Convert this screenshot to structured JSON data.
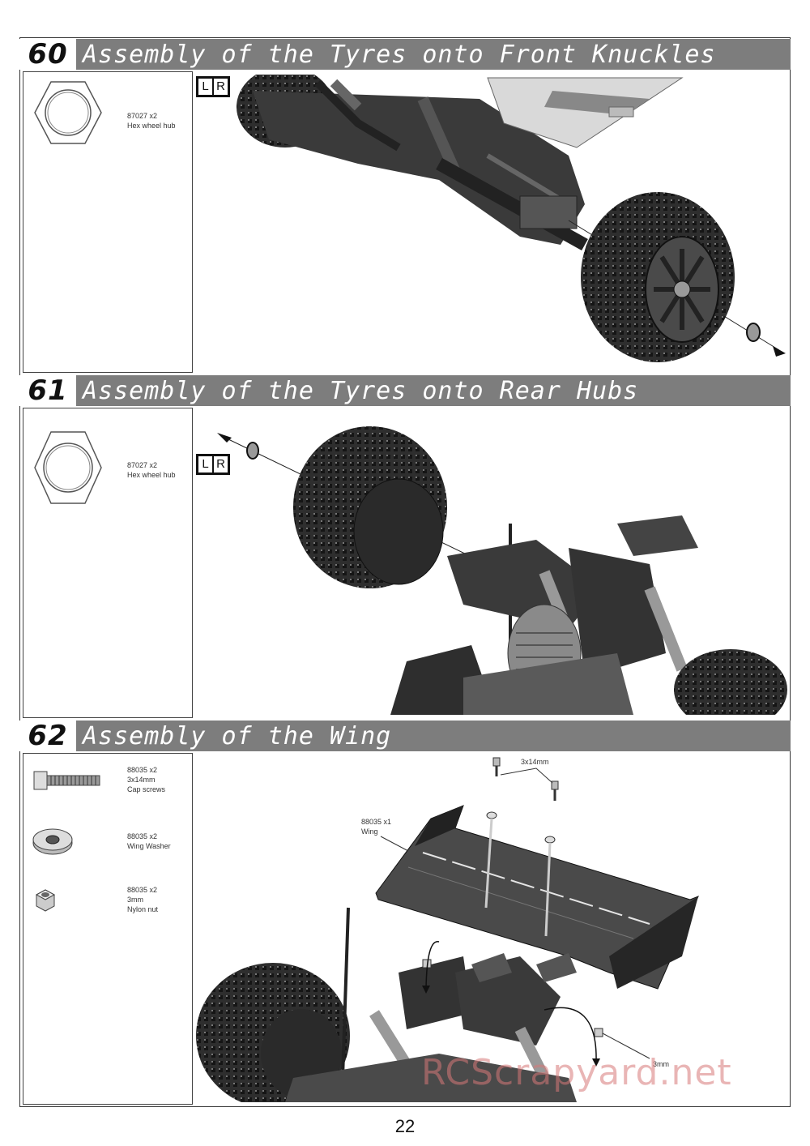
{
  "sections": [
    {
      "step": "60",
      "title": "Assembly of the Tyres onto Front Knuckles",
      "parts": [
        {
          "code": "87027  x2",
          "name": "Hex wheel hub",
          "icon": "hex-wheel-hub-icon"
        }
      ],
      "badge": {
        "left": "L",
        "right": "R"
      }
    },
    {
      "step": "61",
      "title": "Assembly of the Tyres onto Rear Hubs",
      "parts": [
        {
          "code": "87027  x2",
          "name": "Hex wheel hub",
          "icon": "hex-wheel-hub-icon"
        }
      ],
      "badge": {
        "left": "L",
        "right": "R"
      }
    },
    {
      "step": "62",
      "title": "Assembly of the Wing",
      "parts": [
        {
          "code": "88035  x2",
          "size": "3x14mm",
          "name": "Cap screws",
          "icon": "cap-screw-icon"
        },
        {
          "code": "88035  x2",
          "name": "Wing Washer",
          "icon": "wing-washer-icon"
        },
        {
          "code": "88035  x2",
          "size": "3mm",
          "name": "Nylon nut",
          "icon": "nylon-nut-icon"
        }
      ],
      "callouts": {
        "screw": "3x14mm",
        "wing_code": "88035  x1",
        "wing_name": "Wing",
        "nut": "3mm"
      }
    }
  ],
  "page_number": "22",
  "watermark": "RCScrapyard.net",
  "colors": {
    "header_bar": "#7d7d7d",
    "watermark": "#d77878"
  }
}
